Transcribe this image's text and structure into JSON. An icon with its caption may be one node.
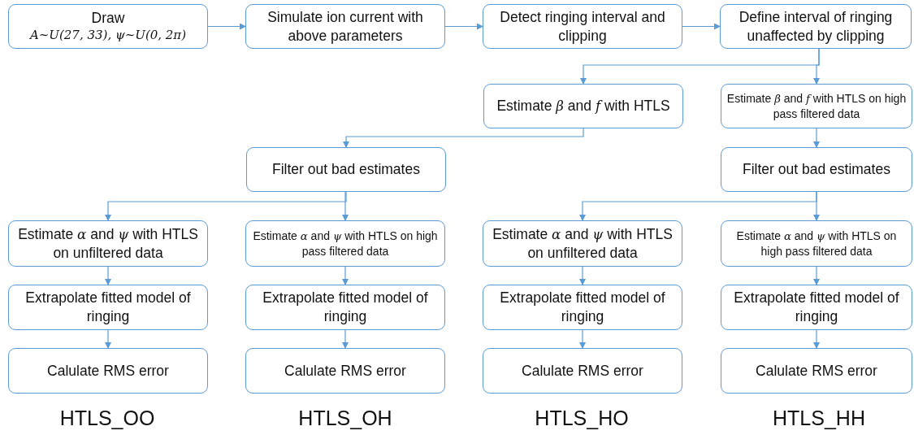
{
  "diagram": {
    "nodes": [
      {
        "text": [
          "Draw",
          "A~U(27, 33), ψ~U(0, 2π)"
        ]
      },
      {
        "text": [
          "Simulate ion current with above parameters"
        ]
      },
      {
        "text": [
          "Detect ringing interval and clipping"
        ]
      },
      {
        "text": [
          "Define interval of ringing unaffected by clipping"
        ]
      },
      {
        "text": [
          "Estimate *β* and *f* with HTLS"
        ]
      },
      {
        "text": [
          "Estimate *β* and *f* with HTLS on high pass filtered data"
        ]
      },
      {
        "text": [
          "Filter out bad estimates"
        ]
      },
      {
        "text": [
          "Filter out bad estimates"
        ]
      },
      {
        "text": [
          "Estimate *α* and *ψ* with HTLS on unfiltered data"
        ]
      },
      {
        "text": [
          "Estimate *α* and *ψ* with HTLS on high pass filtered data"
        ]
      },
      {
        "text": [
          "Estimate *α* and *ψ* with HTLS on unfiltered data"
        ]
      },
      {
        "text": [
          "Estimate *α* and *ψ* with HTLS on high pass filtered data"
        ]
      },
      {
        "text": [
          "Extrapolate fitted model of ringing"
        ]
      },
      {
        "text": [
          "Extrapolate fitted model of ringing"
        ]
      },
      {
        "text": [
          "Extrapolate fitted model of ringing"
        ]
      },
      {
        "text": [
          "Extrapolate fitted model of ringing"
        ]
      },
      {
        "text": [
          "Calulate RMS error"
        ]
      },
      {
        "text": [
          "Calulate RMS error"
        ]
      },
      {
        "text": [
          "Calulate RMS error"
        ]
      },
      {
        "text": [
          "Calulate RMS error"
        ]
      }
    ],
    "edges": [
      {
        "from": 0,
        "to": 1,
        "arrow": "to"
      },
      {
        "from": 1,
        "to": 2,
        "arrow": "to"
      },
      {
        "from": 2,
        "to": 3,
        "arrow": "to"
      },
      {
        "from": 3,
        "to": 4,
        "arrow": "to"
      },
      {
        "from": 3,
        "to": 5,
        "arrow": "to"
      },
      {
        "from": 4,
        "to": 6,
        "arrow": "to"
      },
      {
        "from": 5,
        "to": 7,
        "arrow": "to"
      },
      {
        "from": 6,
        "to": 8,
        "arrow": "to"
      },
      {
        "from": 6,
        "to": 9,
        "arrow": "to"
      },
      {
        "from": 7,
        "to": 10,
        "arrow": "to"
      },
      {
        "from": 7,
        "to": 11,
        "arrow": "to"
      },
      {
        "from": 8,
        "to": 12,
        "arrow": "to"
      },
      {
        "from": 9,
        "to": 13,
        "arrow": "to"
      },
      {
        "from": 10,
        "to": 14,
        "arrow": "to"
      },
      {
        "from": 11,
        "to": 15,
        "arrow": "to"
      },
      {
        "from": 12,
        "to": 16,
        "arrow": "to"
      },
      {
        "from": 13,
        "to": 17,
        "arrow": "to"
      },
      {
        "from": 14,
        "to": 18,
        "arrow": "to"
      },
      {
        "from": 15,
        "to": 19,
        "arrow": "to"
      }
    ],
    "labels": [
      "HTLS_OO",
      "HTLS_OH",
      "HTLS_HO",
      "HTLS_HH"
    ]
  }
}
